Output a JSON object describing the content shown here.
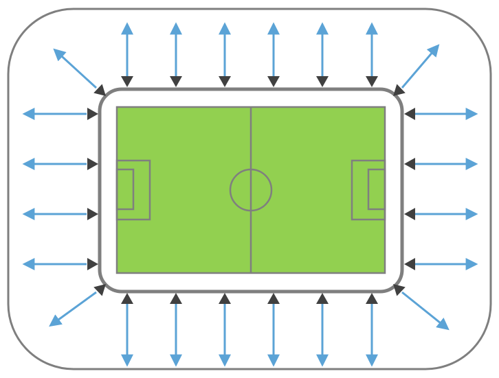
{
  "colors": {
    "background": "#ffffff",
    "outer_boundary": "#7f7f7f",
    "inner_boundary": "#7f7f7f",
    "stand_fill": "#ffffff",
    "pitch_fill": "#92d050",
    "pitch_lines": "#7f7f7f",
    "arrow_line": "#5ba3d6",
    "marker": "#404040"
  },
  "icons": {
    "marker": "inward-triangle-marker",
    "arrow": "outward-double-arrow"
  },
  "diagram": {
    "description_of_parts": {
      "outer_boundary": "rounded-rectangle",
      "stadium_stand": "rounded-rectangle",
      "pitch": "soccer-field",
      "top_side_arrows_count": 6,
      "bottom_side_arrows_count": 6,
      "left_side_arrows_count": 4,
      "right_side_arrows_count": 4,
      "corner_arrows_count": 4
    }
  }
}
